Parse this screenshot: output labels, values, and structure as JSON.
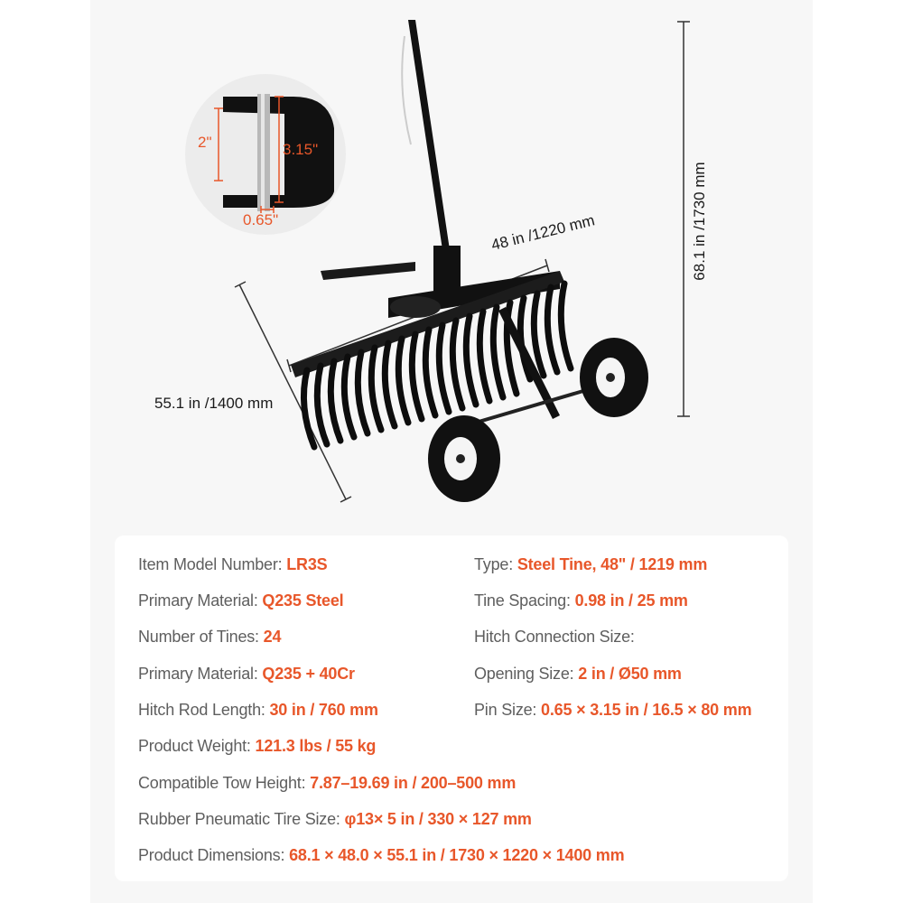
{
  "diagram": {
    "inset": {
      "opening_label": "2\"",
      "pin_length_label": "3.15\"",
      "pin_diameter_label": "0.65\""
    },
    "dimensions": {
      "width": "48 in /1220 mm",
      "height": "68.1 in /1730 mm",
      "depth": "55.1 in /1400 mm"
    }
  },
  "specs": {
    "left": [
      {
        "label": "Item Model Number: ",
        "value": "LR3S"
      },
      {
        "label": "Primary Material: ",
        "value": "Q235 Steel"
      },
      {
        "label": "Number of Tines: ",
        "value": "24"
      },
      {
        "label": "Primary Material: ",
        "value": "Q235 + 40Cr"
      },
      {
        "label": "Hitch Rod Length: ",
        "value": "30 in / 760 mm"
      },
      {
        "label": "Product Weight: ",
        "value": "121.3 lbs / 55 kg"
      },
      {
        "label": "Compatible Tow Height: ",
        "value": "7.87–19.69 in / 200–500 mm"
      },
      {
        "label": "Rubber Pneumatic Tire Size: ",
        "value": "φ13× 5 in / 330 × 127 mm"
      },
      {
        "label": "Product Dimensions: ",
        "value": "68.1 × 48.0 × 55.1 in / 1730 × 1220 × 1400 mm"
      }
    ],
    "right": [
      {
        "label": "Type: ",
        "value": "Steel Tine, 48\" / 1219 mm"
      },
      {
        "label": "Tine Spacing: ",
        "value": "0.98 in / 25 mm"
      },
      {
        "label": "Hitch Connection Size:",
        "value": ""
      },
      {
        "label": "Opening Size: ",
        "value": "2 in / Ø50 mm"
      },
      {
        "label": "Pin Size: ",
        "value": "0.65 × 3.15 in / 16.5 × 80 mm"
      }
    ]
  },
  "colors": {
    "accent": "#e8572a",
    "label": "#5e5e5e",
    "panel": "#f7f7f7"
  }
}
